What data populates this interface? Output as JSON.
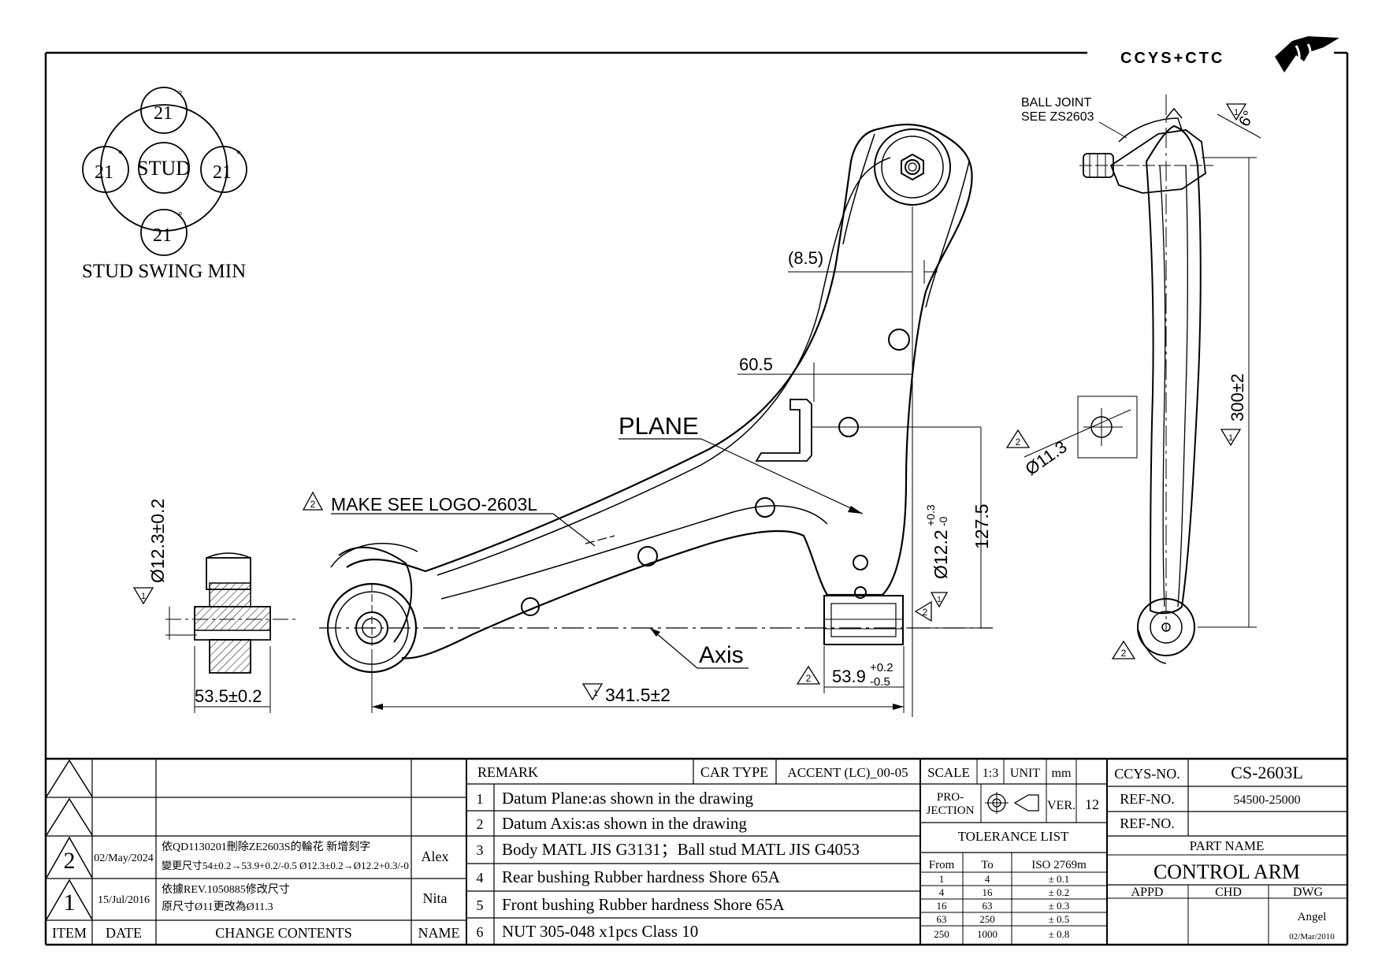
{
  "logo_text": "CCYS+CTC",
  "stud_swing": {
    "title": "STUD SWING MIN",
    "center": "STUD",
    "angles": [
      "21",
      "21",
      "21",
      "21"
    ],
    "degree": "°"
  },
  "callouts": {
    "ball_joint_1": "BALL JOINT",
    "ball_joint_2": "SEE ZS2603",
    "plane": "PLANE",
    "axis": "Axis",
    "make_logo": "MAKE SEE LOGO-2603L"
  },
  "triangle_marks": {
    "rev2": "2",
    "datum": "1"
  },
  "dimensions": {
    "offset_8_5": "(8.5)",
    "d_60_5": "60.5",
    "d_127_5": "127.5",
    "d_341_5": "341.5±2",
    "d_53_5": "53.5±0.2",
    "d_53_9_base": "53.9",
    "d_53_9_upper": "+0.2",
    "d_53_9_lower": "-0.5",
    "d_12_3": "Ø12.3±0.2",
    "d_12_2_base": "Ø12.2",
    "d_12_2_upper": "+0.3",
    "d_12_2_lower": "-0",
    "d_11_3": "Ø11.3",
    "d_300": "300±2",
    "angle_6": "6°"
  },
  "revision_table": {
    "headers": {
      "item": "ITEM",
      "date": "DATE",
      "changes": "CHANGE CONTENTS",
      "name": "NAME"
    },
    "rows": [
      {
        "item": "2",
        "date": "02/May/2024",
        "line1": "依QD1130201刪除ZE2603S的輪花 新增刻字",
        "line2": "變更尺寸54±0.2→53.9+0.2/-0.5  Ø12.3±0.2→Ø12.2+0.3/-0",
        "name": "Alex"
      },
      {
        "item": "1",
        "date": "15/Jul/2016",
        "line1": "依據REV.1050885修改尺寸",
        "line2": "原尺寸Ø11更改為Ø11.3",
        "name": "Nita"
      }
    ]
  },
  "remarks": {
    "header": "REMARK",
    "car_type_label": "CAR TYPE",
    "car_type": "ACCENT (LC)_00-05",
    "items": [
      {
        "no": "1",
        "text": "Datum Plane:as shown in the drawing"
      },
      {
        "no": "2",
        "text": "Datum Axis:as shown in the drawing"
      },
      {
        "no": "3",
        "text": "Body MATL JIS G3131；Ball stud MATL JIS G4053"
      },
      {
        "no": "4",
        "text": "Rear bushing Rubber hardness Shore 65A"
      },
      {
        "no": "5",
        "text": "Front bushing Rubber hardness Shore 65A"
      },
      {
        "no": "6",
        "text": "NUT 305-048 x1pcs Class 10"
      }
    ]
  },
  "spec": {
    "scale_label": "SCALE",
    "scale": "1:3",
    "unit_label": "UNIT",
    "unit": "mm",
    "projection_1": "PRO-",
    "projection_2": "JECTION",
    "ver_label": "VER.",
    "ver": "12"
  },
  "tolerance": {
    "title": "TOLERANCE LIST",
    "headers": [
      "From",
      "To",
      "ISO 2769m"
    ],
    "rows": [
      [
        "1",
        "4",
        "± 0.1"
      ],
      [
        "4",
        "16",
        "± 0.2"
      ],
      [
        "16",
        "63",
        "± 0.3"
      ],
      [
        "63",
        "250",
        "± 0.5"
      ],
      [
        "250",
        "1000",
        "± 0.8"
      ]
    ]
  },
  "title_block": {
    "ccys_no_label": "CCYS-NO.",
    "ccys_no": "CS-2603L",
    "ref_no_label": "REF-NO.",
    "ref_no": "54500-25000",
    "ref_no2_label": "REF-NO.",
    "ref_no2": "",
    "part_name_label": "PART NAME",
    "part_name": "CONTROL ARM",
    "appd_label": "APPD",
    "chd_label": "CHD",
    "dwg_label": "DWG",
    "drawer": "Angel",
    "drawn_date": "02/Mar/2010"
  }
}
